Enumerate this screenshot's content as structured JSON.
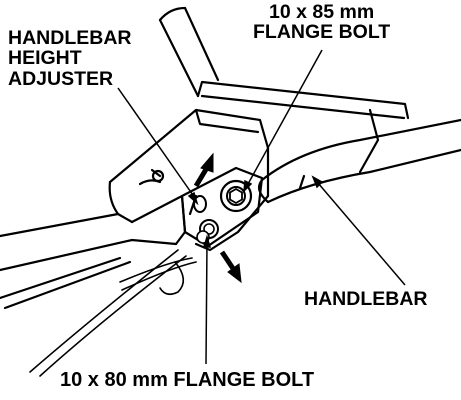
{
  "labels": {
    "adjuster": [
      "HANDLEBAR",
      "HEIGHT",
      "ADJUSTER"
    ],
    "bolt_85": [
      "10 x 85 mm",
      "FLANGE BOLT"
    ],
    "handlebar": "HANDLEBAR",
    "bolt_80": "10 x 80 mm FLANGE BOLT"
  },
  "parts": {
    "adjuster_icon": "handlebar-height-adjuster",
    "bolt_85_icon": "flange-bolt-85",
    "bolt_80_icon": "flange-bolt-80",
    "arrow_up_icon": "adjust-up-arrow",
    "arrow_down_icon": "adjust-down-arrow"
  },
  "colors": {
    "line": "#000000",
    "background": "#ffffff"
  }
}
